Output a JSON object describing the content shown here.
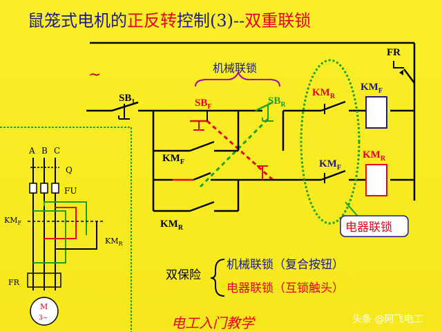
{
  "title": {
    "part1": "鼠笼式电机的",
    "part2": "正反转",
    "part3": "控制(3)--",
    "part4": "双重联锁"
  },
  "labels": {
    "tilde": "~",
    "fr_top": "FR",
    "mechanical_interlock": "机械联锁",
    "sb1": "SB",
    "sb1_sub": "1",
    "sbf": "SB",
    "sbf_sub": "F",
    "sbr": "SB",
    "sbr_sub": "R",
    "kmr_contact": "KM",
    "kmr_contact_sub": "R",
    "kmf_coil": "KM",
    "kmf_coil_sub": "F",
    "kmf_hold": "KM",
    "kmf_hold_sub": "F",
    "kmf_contact": "KM",
    "kmf_contact_sub": "F",
    "kmr_coil": "KM",
    "kmr_coil_sub": "R",
    "kmr_hold": "KM",
    "kmr_hold_sub": "R",
    "electrical_interlock": "电器联锁",
    "phase_a": "A",
    "phase_b": "B",
    "phase_c": "C",
    "q": "Q",
    "fu": "FU",
    "left_kmf": "KM",
    "left_kmf_sub": "F",
    "left_kmr": "KM",
    "left_kmr_sub": "R",
    "left_fr": "FR",
    "motor_m": "M",
    "motor_3": "3~",
    "double_protect": "双保险",
    "protect_line1": "机械联锁（复合按钮）",
    "protect_line2": "电器联锁（互锁触头）",
    "footer": "电工入门教学",
    "watermark": "头条 @阿飞电工"
  },
  "colors": {
    "background": "#f8ec1c",
    "title_blue": "#1a1a8c",
    "red": "#e8001c",
    "green": "#1aa01a",
    "magenta": "#b000b0",
    "dark_red": "#8b0000"
  }
}
